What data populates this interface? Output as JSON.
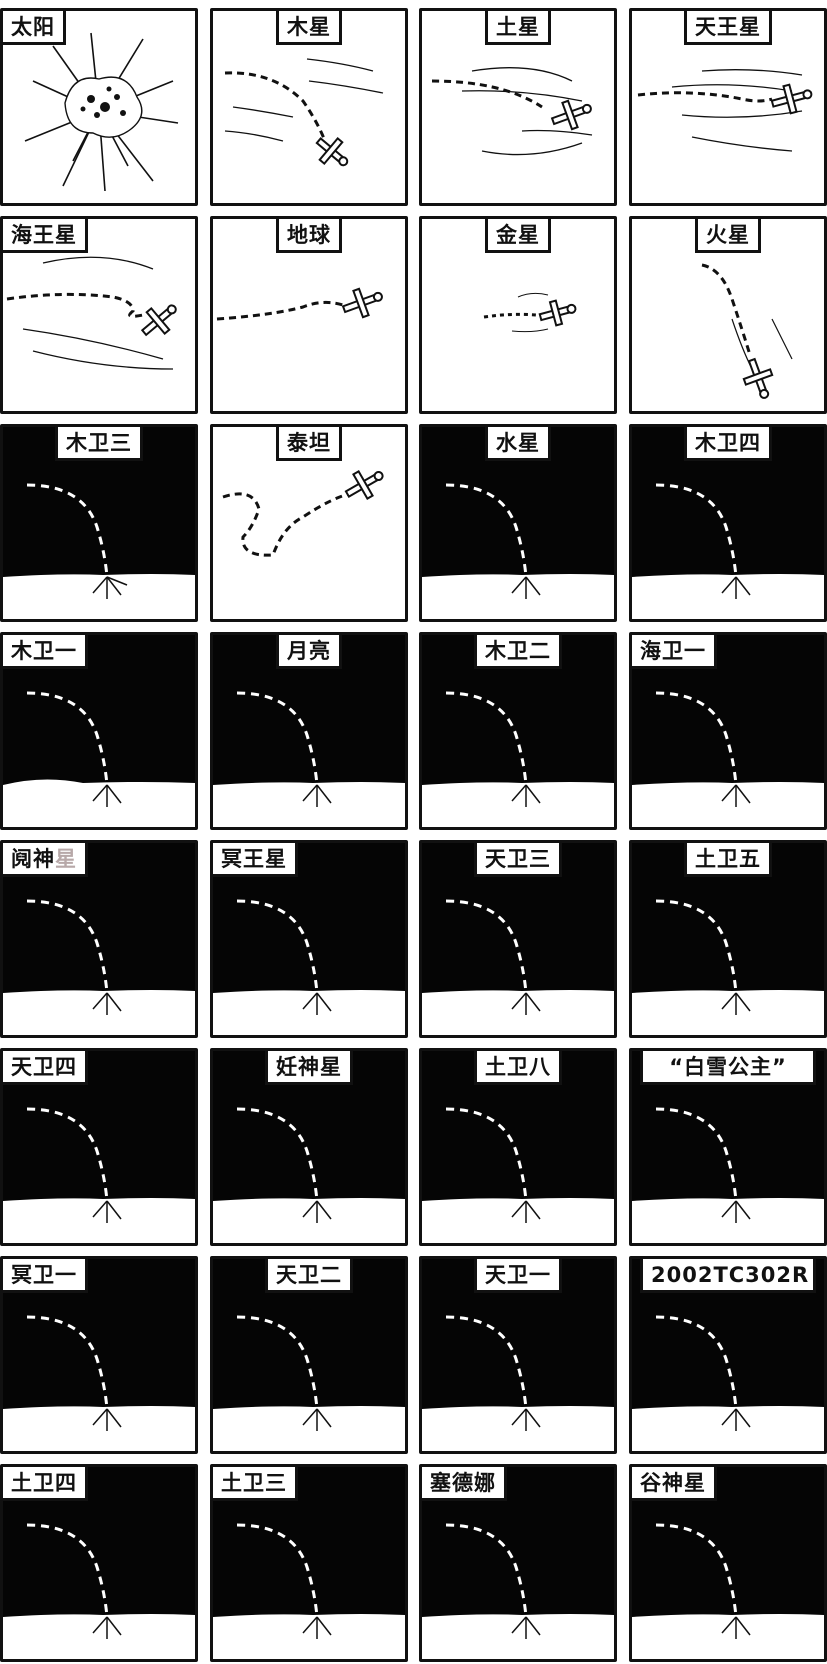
{
  "panels": [
    {
      "label": "太阳",
      "kind": "sun"
    },
    {
      "label": "木星",
      "kind": "air"
    },
    {
      "label": "土星",
      "kind": "air"
    },
    {
      "label": "天王星",
      "kind": "air"
    },
    {
      "label": "海王星",
      "kind": "air"
    },
    {
      "label": "地球",
      "kind": "air"
    },
    {
      "label": "金星",
      "kind": "air"
    },
    {
      "label": "火星",
      "kind": "air"
    },
    {
      "label": "木卫三",
      "kind": "crash"
    },
    {
      "label": "泰坦",
      "kind": "air"
    },
    {
      "label": "水星",
      "kind": "crash"
    },
    {
      "label": "木卫四",
      "kind": "crash"
    },
    {
      "label": "木卫一",
      "kind": "crash"
    },
    {
      "label": "月亮",
      "kind": "crash"
    },
    {
      "label": "木卫二",
      "kind": "crash"
    },
    {
      "label": "海卫一",
      "kind": "crash"
    },
    {
      "label": "阋神",
      "label_faded": "星",
      "kind": "crash"
    },
    {
      "label": "冥王星",
      "kind": "crash"
    },
    {
      "label": "天卫三",
      "kind": "crash"
    },
    {
      "label": "土卫五",
      "kind": "crash"
    },
    {
      "label": "天卫四",
      "kind": "crash"
    },
    {
      "label": "妊神星",
      "kind": "crash"
    },
    {
      "label": "土卫八",
      "kind": "crash"
    },
    {
      "label": "“白雪公主”",
      "kind": "crash"
    },
    {
      "label": "冥卫一",
      "kind": "crash"
    },
    {
      "label": "天卫二",
      "kind": "crash"
    },
    {
      "label": "天卫一",
      "kind": "crash"
    },
    {
      "label": "2002TC302R",
      "kind": "crash"
    },
    {
      "label": "土卫四",
      "kind": "crash"
    },
    {
      "label": "土卫三",
      "kind": "crash"
    },
    {
      "label": "塞德娜",
      "kind": "crash"
    },
    {
      "label": "谷神星",
      "kind": "crash"
    }
  ]
}
